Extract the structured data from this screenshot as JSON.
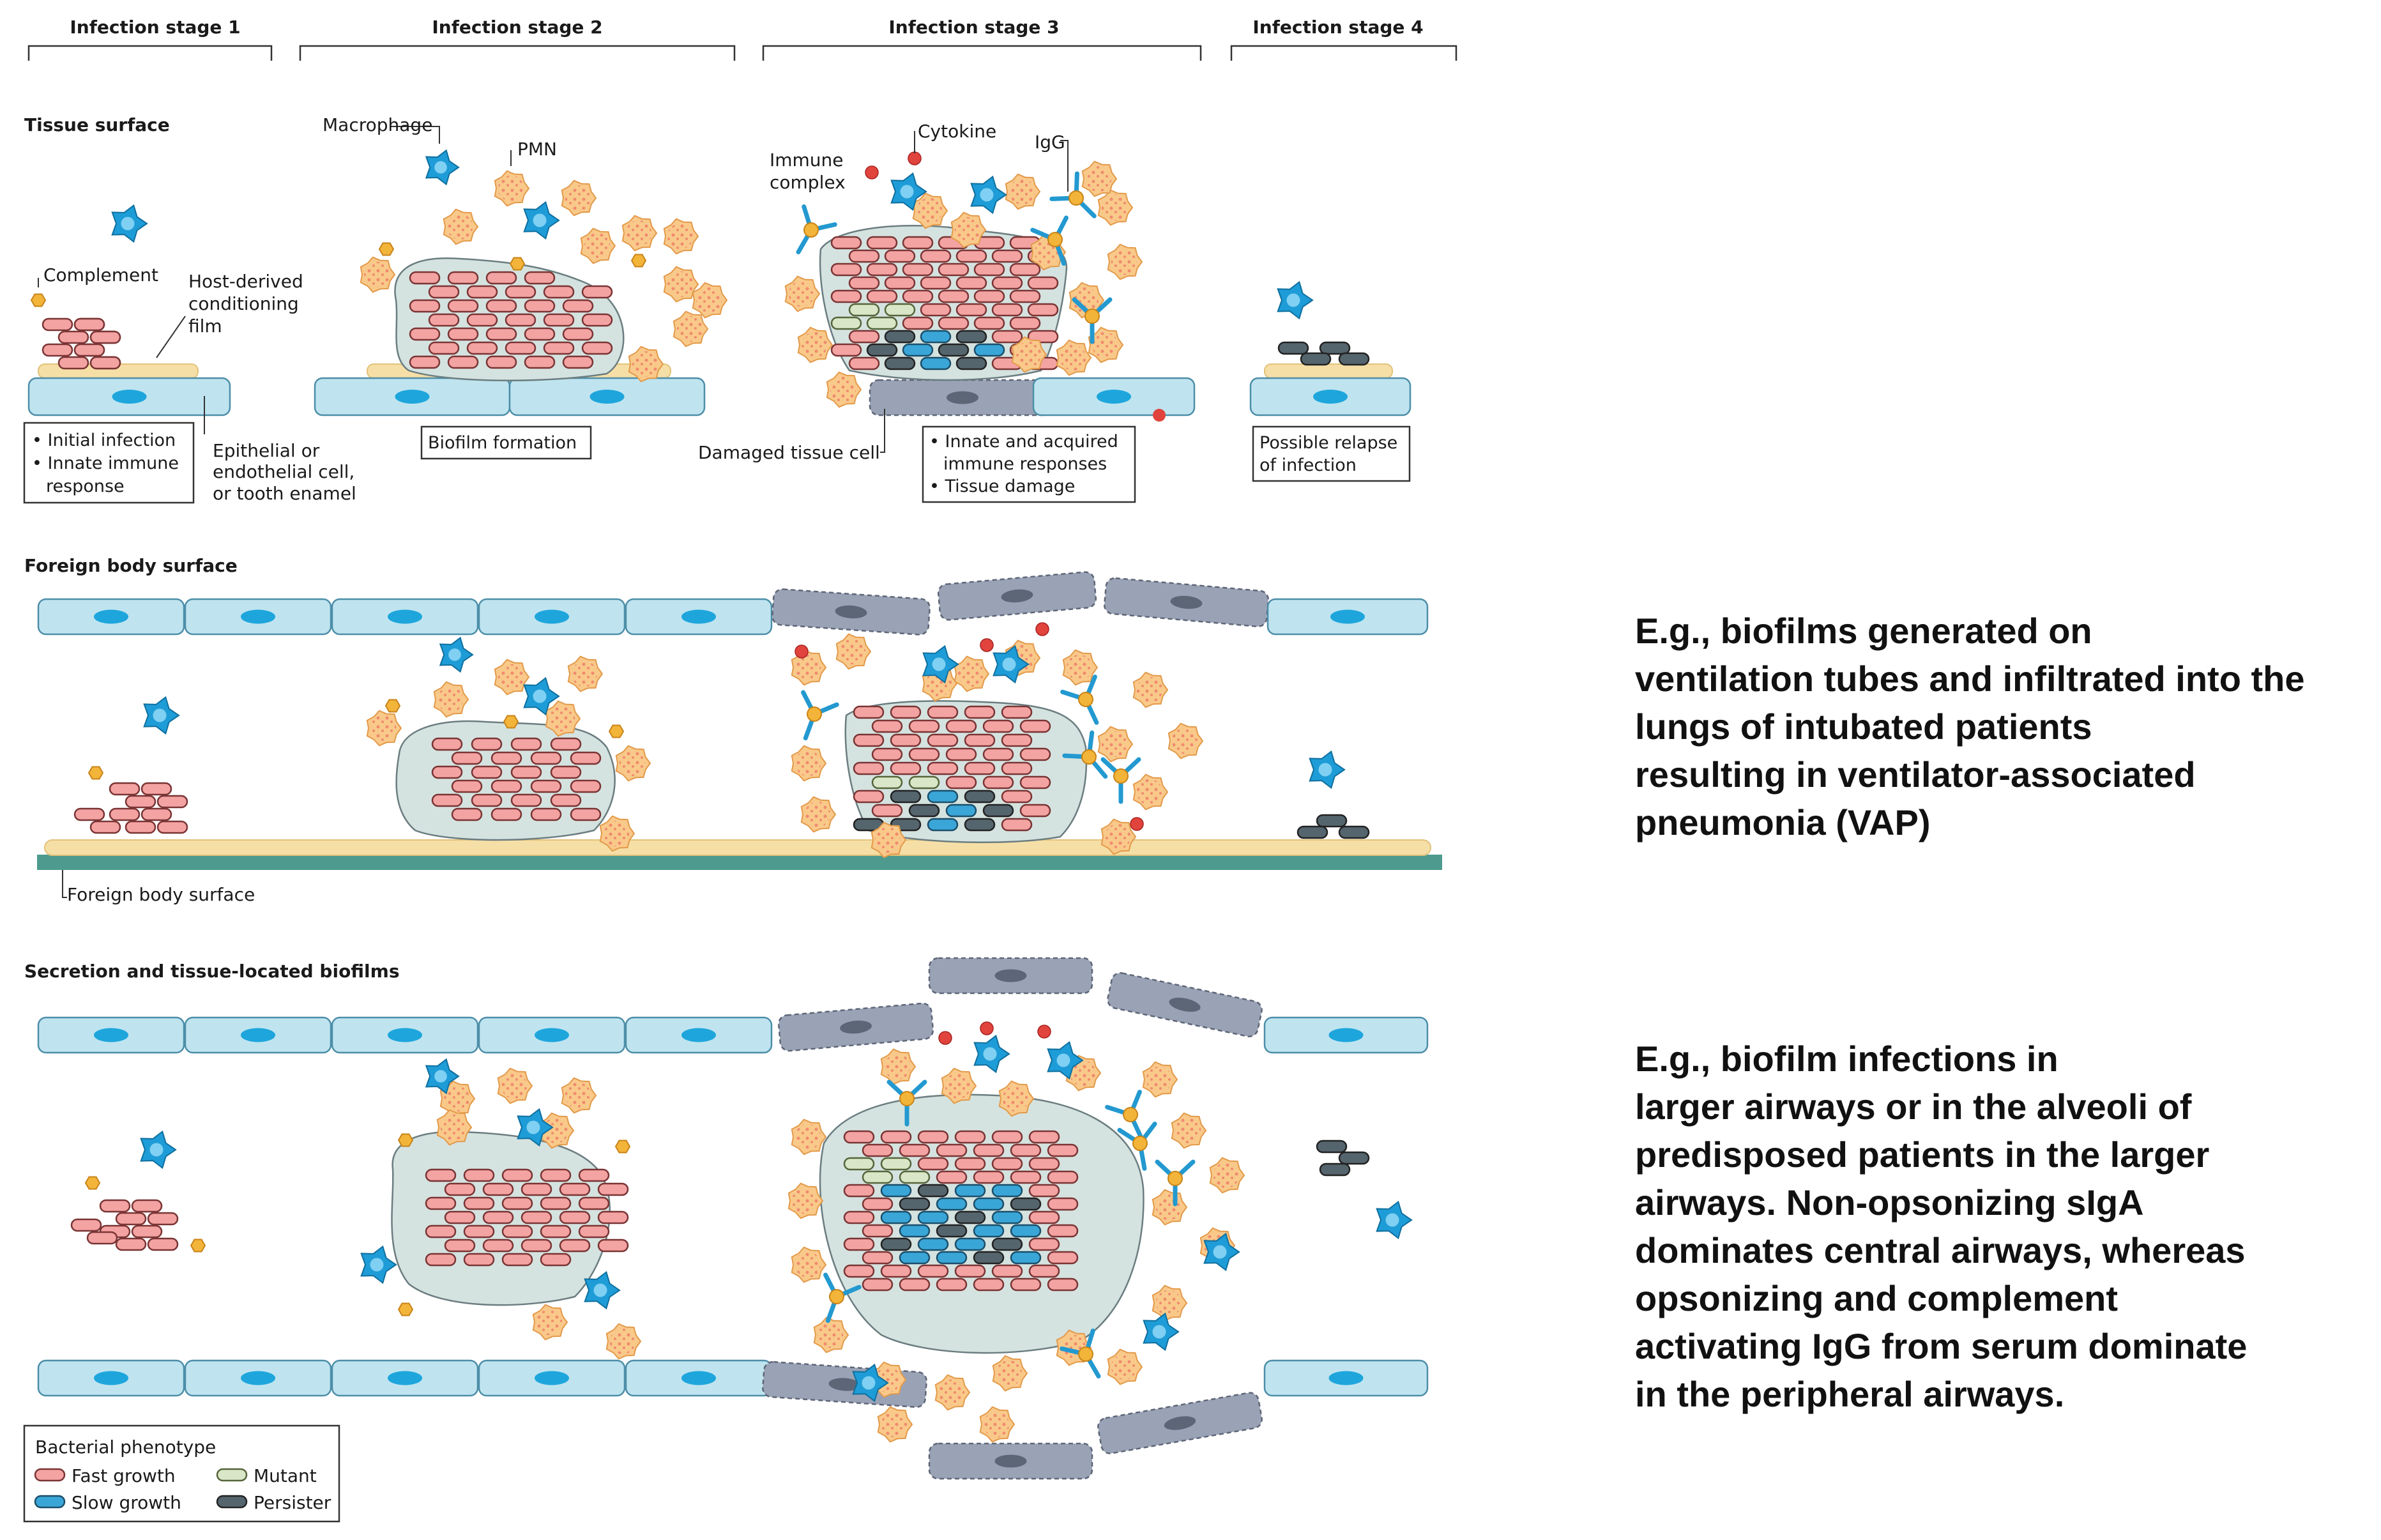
{
  "stages": [
    "Infection stage 1",
    "Infection stage 2",
    "Infection stage 3",
    "Infection stage 4"
  ],
  "panels": {
    "tissue": {
      "title": "Tissue surface",
      "labels": {
        "macrophage": "Macrophage",
        "pmn": "PMN",
        "cytokine": "Cytokine",
        "igg": "IgG",
        "immune_complex_1": "Immune",
        "immune_complex_2": "complex",
        "complement": "Complement",
        "host_1": "Host-derived",
        "host_2": "conditioning",
        "host_3": "film",
        "epi_1": "Epithelial or",
        "epi_2": "endothelial cell,",
        "epi_3": "or tooth enamel",
        "damaged": "Damaged tissue cell"
      },
      "boxes": {
        "stage1": [
          "• Initial infection",
          "• Innate immune",
          "  response"
        ],
        "stage2": [
          "Biofilm formation"
        ],
        "stage3": [
          "• Innate and acquired",
          "  immune responses",
          "• Tissue damage"
        ],
        "stage4": [
          "Possible relapse",
          "of infection"
        ]
      }
    },
    "foreign": {
      "title": "Foreign body surface",
      "surface_label": "Foreign body surface"
    },
    "secretion": {
      "title": "Secretion and tissue-located biofilms"
    }
  },
  "legend": {
    "title": "Bacterial phenotype",
    "items": [
      {
        "label": "Fast growth",
        "color": "#f4a3a3"
      },
      {
        "label": "Mutant",
        "color": "#d9e6c8"
      },
      {
        "label": "Slow growth",
        "color": "#3aa6d8"
      },
      {
        "label": "Persister",
        "color": "#55656e"
      }
    ]
  },
  "colors": {
    "epithelial": "#bfe4f0",
    "nucleus": "#1ea6dc",
    "damaged": "#9aa3b6",
    "biofilm": "#d5e3e0",
    "film": "#f6dfa6",
    "pmn": "#f9c98a",
    "macrophage": "#1e9cd7",
    "cytokine": "#e0443c",
    "complement": "#f3b43a",
    "igg": "#2399d0",
    "surface": "#4e9a8e"
  },
  "notes": {
    "foreign": [
      "E.g., biofilms generated on",
      "ventilation tubes and infiltrated into the",
      "lungs of intubated patients",
      "resulting in ventilator-associated",
      "pneumonia (VAP)"
    ],
    "secretion": [
      "E.g., biofilm infections in",
      "larger airways or in the alveoli of",
      "predisposed patients in the larger",
      "airways. Non-opsonizing sIgA",
      "dominates central airways, whereas",
      "opsonizing and complement",
      "activating IgG from serum dominate",
      "in the peripheral airways."
    ]
  }
}
